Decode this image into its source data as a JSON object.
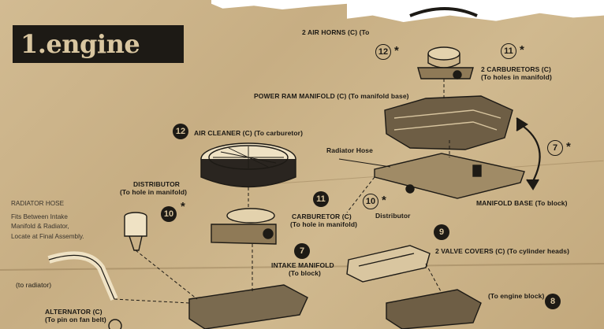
{
  "title": "1.engine",
  "parts": {
    "air_horns": {
      "number": "12",
      "label": "2 AIR HORNS (C) (To"
    },
    "carburetors": {
      "number": "11",
      "label": "2 CARBURETORS (C)",
      "detail": "(To holes in manifold)"
    },
    "power_ram": {
      "label": "POWER RAM MANIFOLD (C) (To manifold base)"
    },
    "air_cleaner": {
      "number": "12",
      "label": "AIR CLEANER (C) (To carburetor)"
    },
    "radiator_hose_part": {
      "label": "Radiator Hose"
    },
    "manifold_base": {
      "number": "7",
      "label": "MANIFOLD BASE (To block)"
    },
    "distributor": {
      "number": "10",
      "label": "DISTRIBUTOR",
      "detail": "(To hole in manifold)"
    },
    "distributor_2": {
      "number": "10",
      "label": "Distributor"
    },
    "carburetor": {
      "number": "11",
      "label": "CARBURETOR (C)",
      "detail": "(To hole in manifold)"
    },
    "valve_covers": {
      "number": "9",
      "label": "2 VALVE COVERS (C) (To cylinder heads)"
    },
    "intake_manifold": {
      "number": "7",
      "label": "INTAKE MANIFOLD",
      "detail": "(To block)"
    },
    "engine_block": {
      "number": "8",
      "label": "(To engine block)"
    },
    "alternator": {
      "label": "ALTERNATOR (C)",
      "detail": "(To pin on fan belt)"
    },
    "to_radiator": {
      "label": "(to radiator)"
    }
  },
  "radiator_note": {
    "heading": "RADIATOR HOSE",
    "lines": [
      "Fits Between Intake",
      "Manifold & Radiator,",
      "Locate at Final Assembly."
    ]
  },
  "star": "*",
  "colors": {
    "paper": "#cbb48a",
    "ink": "#1d1a15",
    "tear": "#ffffff"
  }
}
